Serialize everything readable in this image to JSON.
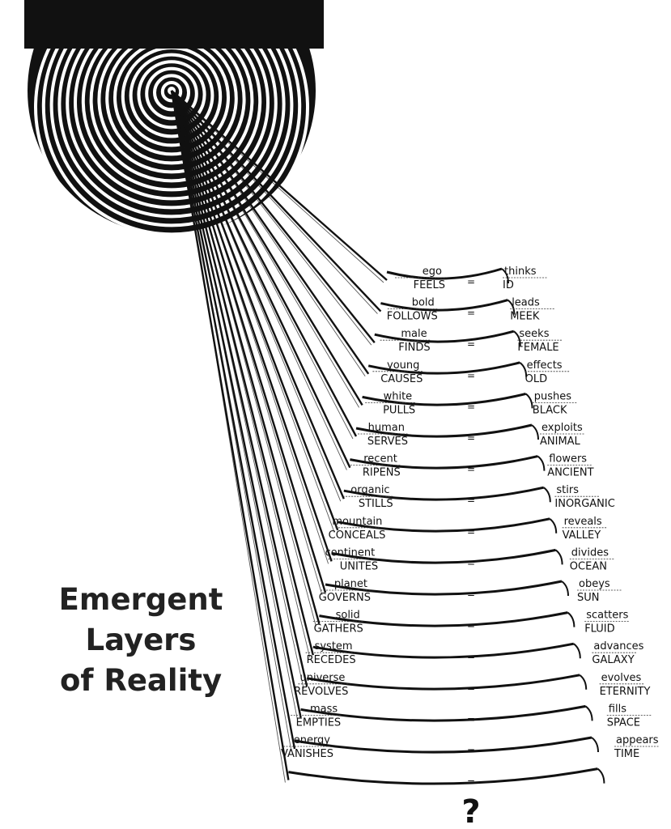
{
  "title": {
    "line1": "Emergent",
    "line2": "Layers",
    "line3": "of Reality"
  },
  "equals_sign": "=",
  "final_symbol": "?",
  "layers": [
    {
      "left_top": "ego",
      "left_bottom": "FEELS",
      "right_top": "thinks",
      "right_bottom": "ID"
    },
    {
      "left_top": "bold",
      "left_bottom": "FOLLOWS",
      "right_top": "leads",
      "right_bottom": "MEEK"
    },
    {
      "left_top": "male",
      "left_bottom": "FINDS",
      "right_top": "seeks",
      "right_bottom": "FEMALE"
    },
    {
      "left_top": "young",
      "left_bottom": "CAUSES",
      "right_top": "effects",
      "right_bottom": "OLD"
    },
    {
      "left_top": "white",
      "left_bottom": "PULLS",
      "right_top": "pushes",
      "right_bottom": "BLACK"
    },
    {
      "left_top": "human",
      "left_bottom": "SERVES",
      "right_top": "exploits",
      "right_bottom": "ANIMAL"
    },
    {
      "left_top": "recent",
      "left_bottom": "RIPENS",
      "right_top": "flowers",
      "right_bottom": "ANCIENT"
    },
    {
      "left_top": "organic",
      "left_bottom": "STILLS",
      "right_top": "stirs",
      "right_bottom": "INORGANIC"
    },
    {
      "left_top": "mountain",
      "left_bottom": "CONCEALS",
      "right_top": "reveals",
      "right_bottom": "VALLEY"
    },
    {
      "left_top": "continent",
      "left_bottom": "UNITES",
      "right_top": "divides",
      "right_bottom": "OCEAN"
    },
    {
      "left_top": "planet",
      "left_bottom": "GOVERNS",
      "right_top": "obeys",
      "right_bottom": "SUN"
    },
    {
      "left_top": "solid",
      "left_bottom": "GATHERS",
      "right_top": "scatters",
      "right_bottom": "FLUID"
    },
    {
      "left_top": "system",
      "left_bottom": "RECEDES",
      "right_top": "advances",
      "right_bottom": "GALAXY"
    },
    {
      "left_top": "universe",
      "left_bottom": "REVOLVES",
      "right_top": "evolves",
      "right_bottom": "ETERNITY"
    },
    {
      "left_top": "mass",
      "left_bottom": "EMPTIES",
      "right_top": "fills",
      "right_bottom": "SPACE"
    },
    {
      "left_top": "energy",
      "left_bottom": "VANISHES",
      "right_top": "appears",
      "right_bottom": "TIME"
    }
  ]
}
